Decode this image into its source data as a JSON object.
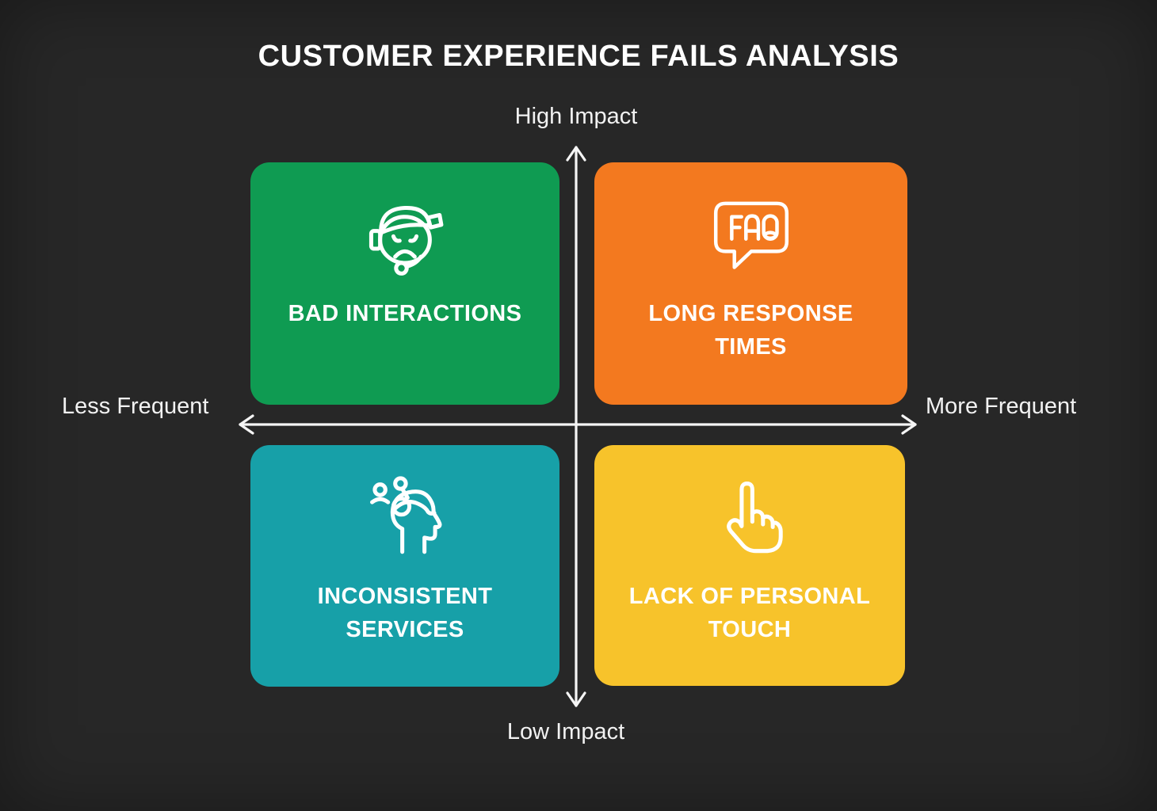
{
  "title": "CUSTOMER EXPERIENCE FAILS ANALYSIS",
  "axis": {
    "top_label": "High Impact",
    "bottom_label": "Low Impact",
    "left_label": "Less Frequent",
    "right_label": "More Frequent"
  },
  "quadrants": [
    {
      "position": "top-left",
      "label": "BAD INTERACTIONS",
      "icon": "support-agent-sad-icon",
      "color": "#0F9B52",
      "impact": "high",
      "frequency": "less"
    },
    {
      "position": "top-right",
      "label": "LONG RESPONSE TIMES",
      "icon": "faq-speech-bubble-icon",
      "color": "#F3791F",
      "impact": "high",
      "frequency": "more"
    },
    {
      "position": "bottom-left",
      "label": "INCONSISTENT SERVICES",
      "icon": "confused-head-icon",
      "color": "#17A0A8",
      "impact": "low",
      "frequency": "less"
    },
    {
      "position": "bottom-right",
      "label": "LACK OF PERSONAL TOUCH",
      "icon": "pointing-hand-icon",
      "color": "#F7C32B",
      "impact": "low",
      "frequency": "more"
    }
  ],
  "colors": {
    "background": "#272727",
    "title_text": "#FFFFFF",
    "axis_text": "#F2F2F2",
    "arrow": "#F5F5F5",
    "quadrant_top_left": "#0F9B52",
    "quadrant_top_right": "#F3791F",
    "quadrant_bottom_left": "#17A0A8",
    "quadrant_bottom_right": "#F7C32B"
  }
}
